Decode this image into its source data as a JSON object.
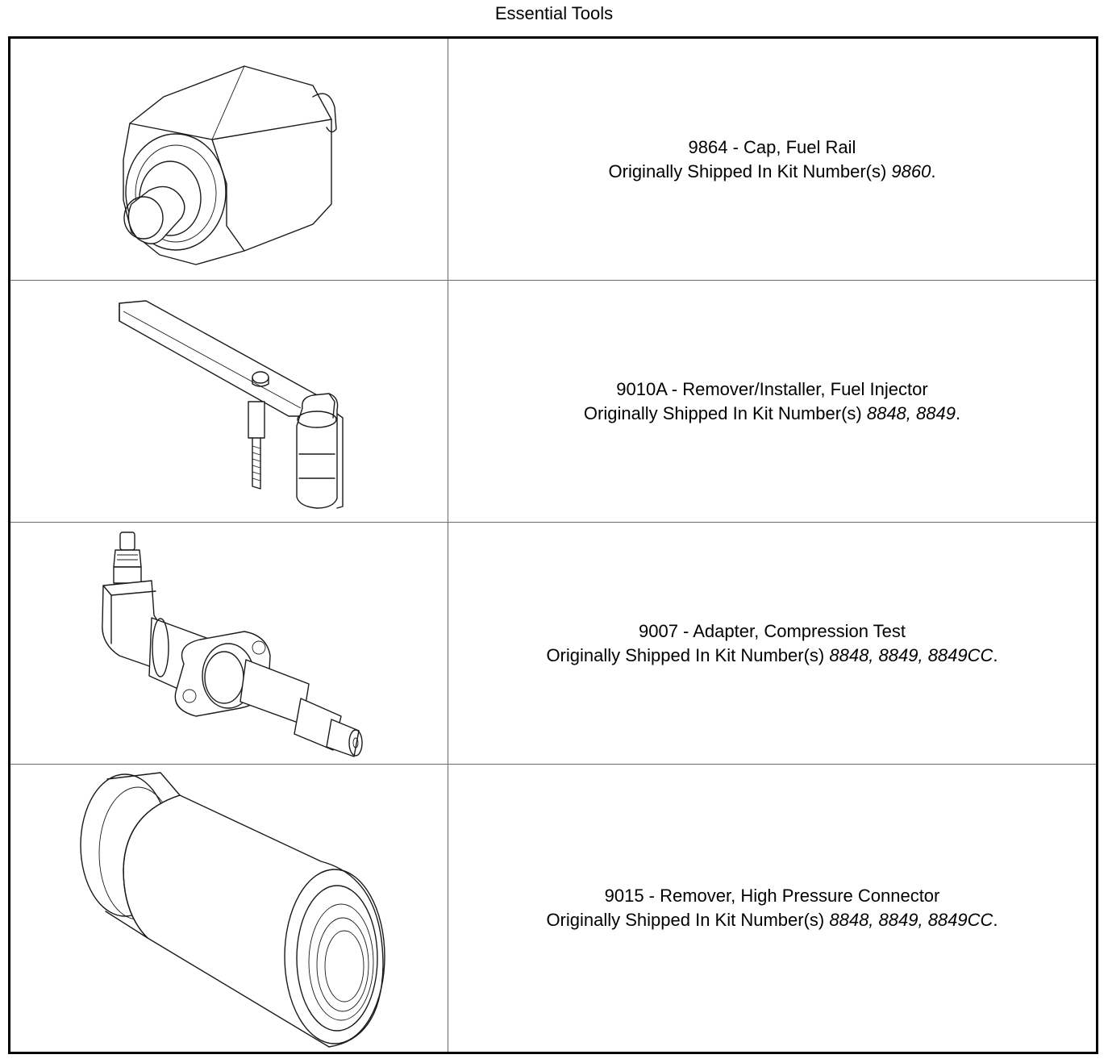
{
  "title": "Essential Tools",
  "tools": [
    {
      "name": "9864 - Cap, Fuel Rail",
      "kit_prefix": "Originally Shipped In Kit Number(s) ",
      "kits": "9860",
      "suffix": ".",
      "illustration": "fuel-rail-cap"
    },
    {
      "name": "9010A - Remover/Installer, Fuel Injector",
      "kit_prefix": "Originally Shipped In Kit Number(s) ",
      "kits": "8848, 8849",
      "suffix": ".",
      "illustration": "fuel-injector-remover"
    },
    {
      "name": "9007 - Adapter, Compression Test",
      "kit_prefix": "Originally Shipped In Kit Number(s) ",
      "kits": "8848, 8849, 8849CC",
      "suffix": ".",
      "illustration": "compression-test-adapter"
    },
    {
      "name": "9015 - Remover, High Pressure Connector",
      "kit_prefix": "Originally Shipped In Kit Number(s) ",
      "kits": "8848, 8849, 8849CC",
      "suffix": ".",
      "illustration": "high-pressure-connector-remover"
    }
  ]
}
